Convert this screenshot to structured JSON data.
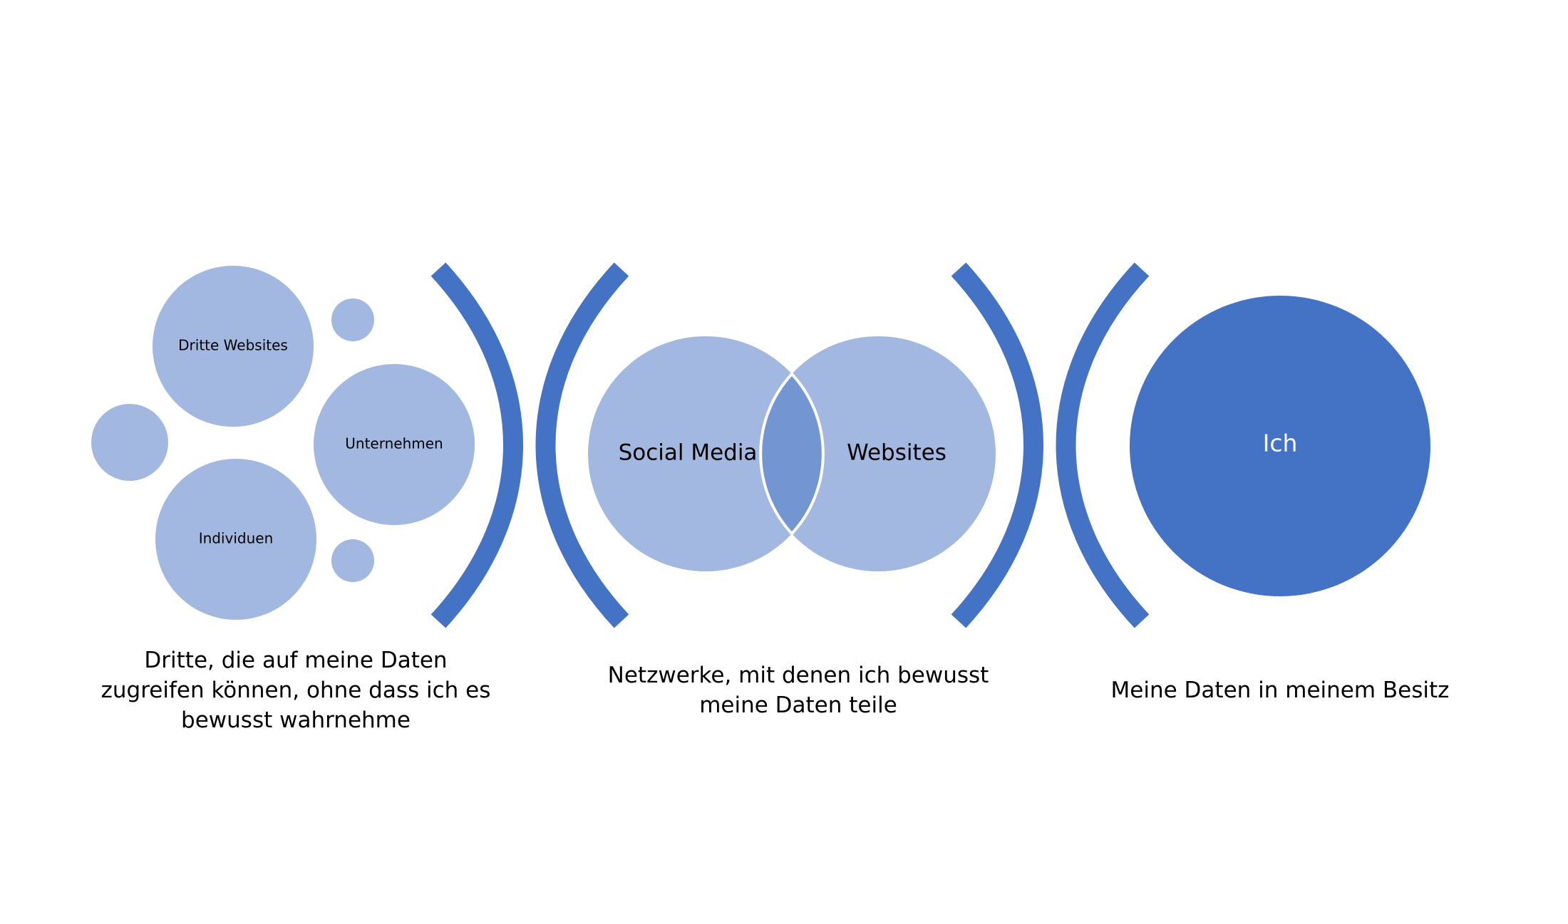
{
  "colors": {
    "light": "#a2b8e0",
    "dark": "#4472c4",
    "overlap": "#7395d2",
    "background": "#ffffff"
  },
  "groups": {
    "third_parties": {
      "nodes": [
        "Dritte Websites",
        "Unternehmen",
        "Individuen"
      ],
      "caption": [
        "Dritte, die auf meine Daten",
        "zugreifen können, ohne dass ich es",
        "bewusst wahrnehme"
      ]
    },
    "networks": {
      "nodes": [
        "Social Media",
        "Websites"
      ],
      "caption": [
        "Netzwerke, mit denen ich bewusst",
        "meine Daten teile"
      ]
    },
    "self": {
      "node": "Ich",
      "caption": [
        "Meine Daten in meinem Besitz"
      ]
    }
  }
}
